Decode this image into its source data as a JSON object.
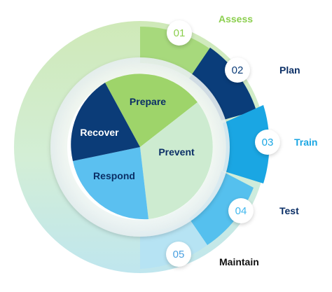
{
  "steps": [
    {
      "number": "01",
      "label": "Assess",
      "color": "#9ed46a"
    },
    {
      "number": "02",
      "label": "Plan",
      "color": "#0a3d7a"
    },
    {
      "number": "03",
      "label": "Train",
      "color": "#1aa6e3"
    },
    {
      "number": "04",
      "label": "Test",
      "color": "#3fb7ee"
    },
    {
      "number": "05",
      "label": "Maintain",
      "color": "#111111"
    }
  ],
  "core": {
    "prepare": "Prepare",
    "prevent": "Prevent",
    "respond": "Respond",
    "recover": "Recover"
  },
  "colors": {
    "assess_label": "#8ccf4f",
    "plan_label": "#0b2f66",
    "train_label": "#1aa6e3",
    "test_label": "#0b2f66",
    "maintain_label": "#111111",
    "prepare": "#9ed46a",
    "prevent": "#cdebd0",
    "respond": "#5bc0f0",
    "recover": "#0b3c78",
    "number_text": "#4aa0e0"
  }
}
